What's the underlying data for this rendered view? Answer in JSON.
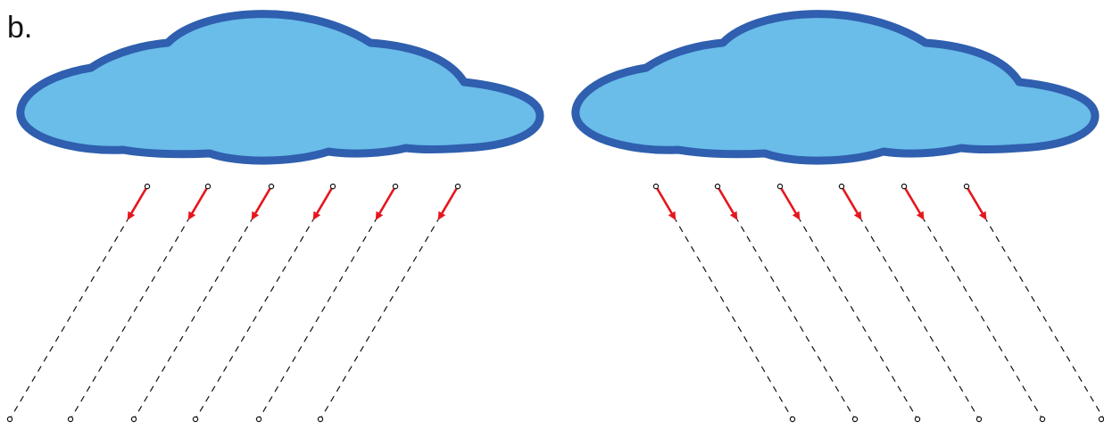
{
  "figure_label": "b.",
  "colors": {
    "cloud_fill": "#6abce9",
    "cloud_outline": "#2f5fae",
    "arrow": "#e5161d",
    "dashed_line": "#111111",
    "marker": "#111111",
    "background": "#ffffff"
  },
  "panels": [
    {
      "name": "left-panel",
      "rain_direction": "down-left",
      "drop_count": 6
    },
    {
      "name": "right-panel",
      "rain_direction": "down-right",
      "drop_count": 6
    }
  ]
}
